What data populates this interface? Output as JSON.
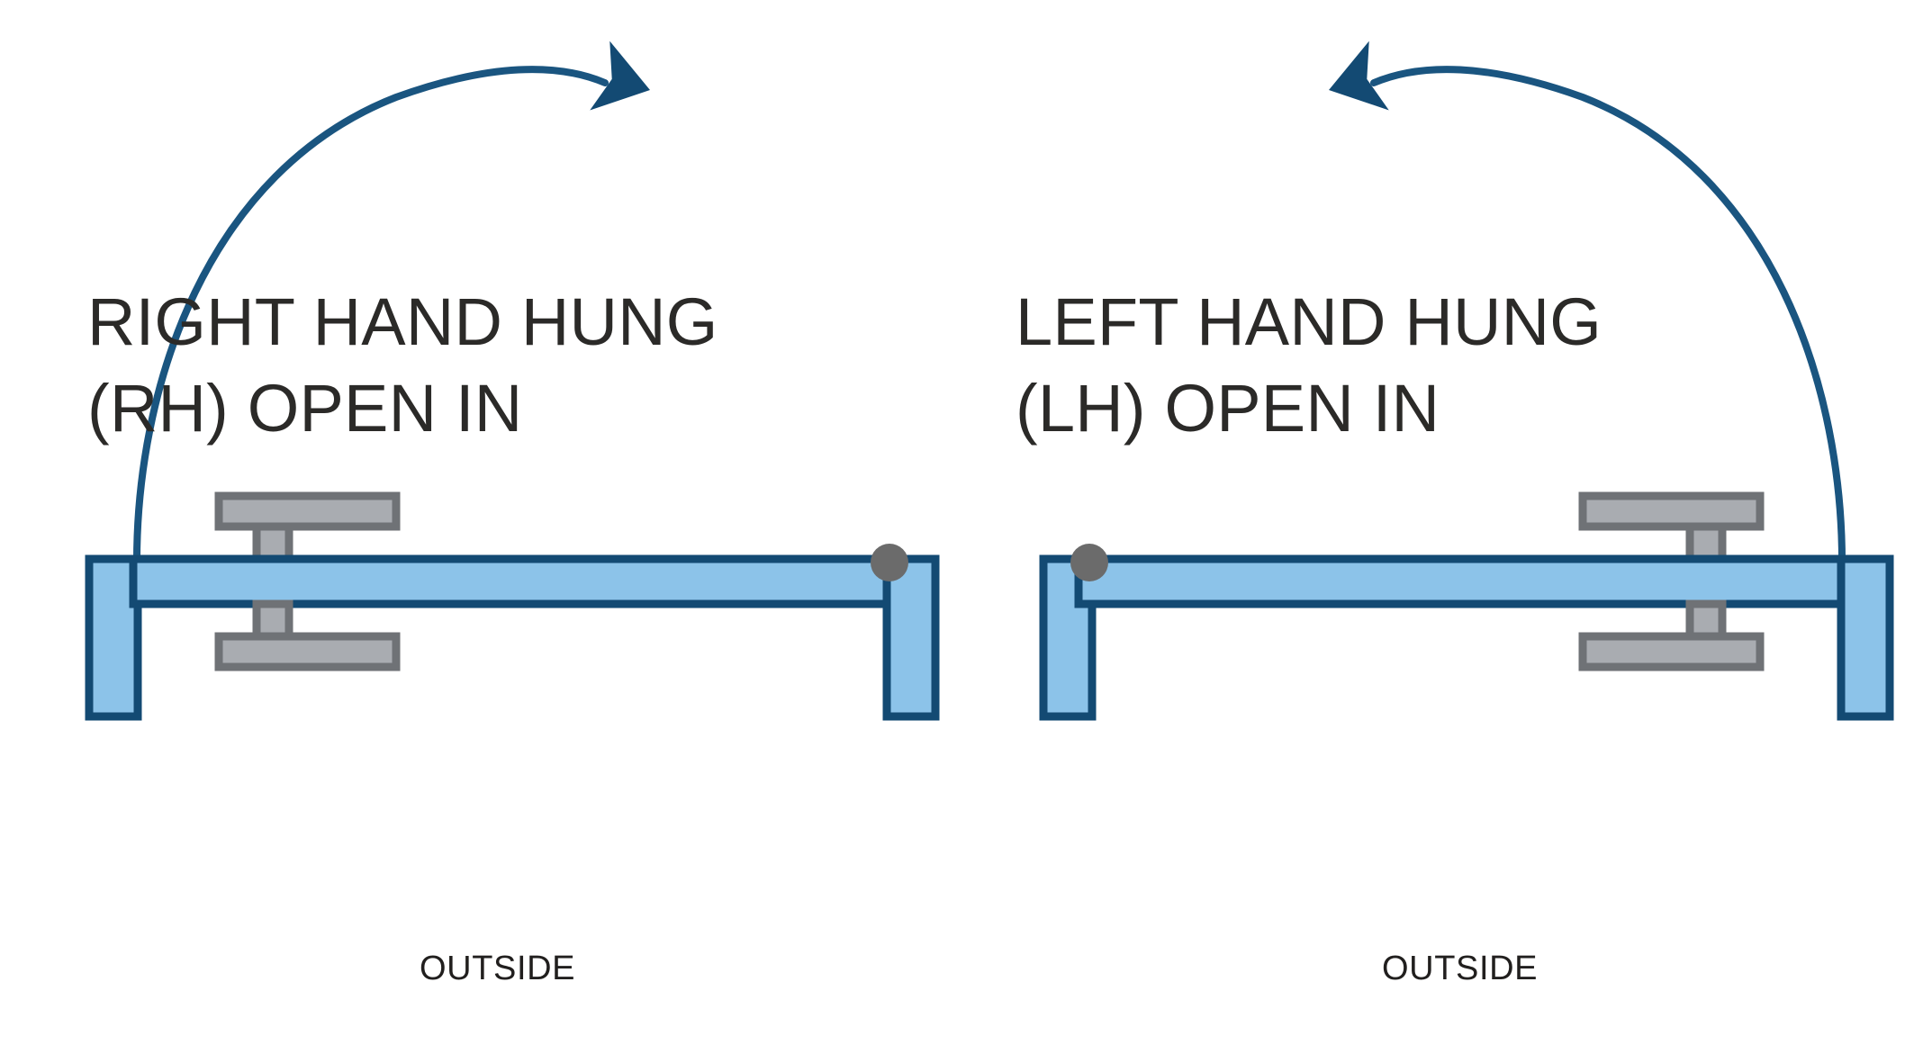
{
  "figure": {
    "background_color": "#ffffff",
    "accent_blue_dark": "#134a73",
    "accent_blue_arc": "#1a5580",
    "door_fill": "#8cc3e9",
    "door_stroke": "#134a73",
    "hardware_fill": "#a9acb1",
    "hardware_stroke": "#6f7276",
    "pivot_color": "#6b6b6b",
    "text_color": "#2b2a28"
  },
  "panels": [
    {
      "id": "right-hand-hung",
      "title_line1": "RIGHT HAND HUNG",
      "title_line2": "(RH) OPEN IN",
      "outside_label": "OUTSIDE",
      "hinge_side": "right",
      "swing_arrow_direction": "clockwise-to-right",
      "arrow_icon": "curved-arrow-right-icon",
      "pivot_icon": "hinge-pivot-dot-icon",
      "hardware_icon": "door-hardware-icon"
    },
    {
      "id": "left-hand-hung",
      "title_line1": "LEFT HAND HUNG",
      "title_line2": "(LH) OPEN IN",
      "outside_label": "OUTSIDE",
      "hinge_side": "left",
      "swing_arrow_direction": "counterclockwise-to-left",
      "arrow_icon": "curved-arrow-left-icon",
      "pivot_icon": "hinge-pivot-dot-icon",
      "hardware_icon": "door-hardware-icon"
    }
  ]
}
